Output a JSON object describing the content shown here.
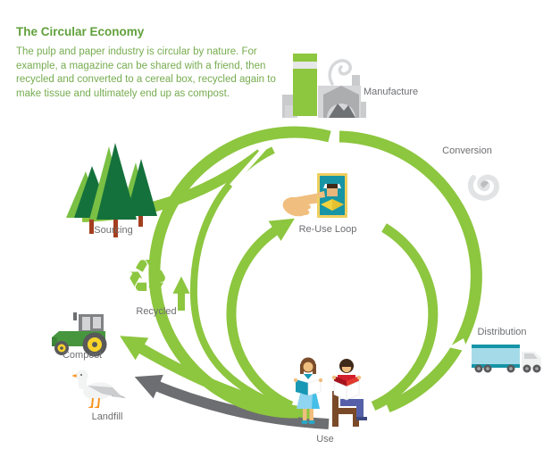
{
  "header": {
    "title": "The Circular Economy",
    "body": "The pulp and paper industry is circular by nature. For example, a magazine can be shared with a friend, then recycled and converted to a cereal box, recycled again to make tissue and ultimately end up as compost."
  },
  "stages": {
    "sourcing": "Sourcing",
    "manufacture": "Manufacture",
    "conversion": "Conversion",
    "distribution": "Distribution",
    "use": "Use",
    "reuse_loop": "Re-Use Loop",
    "recycled": "Recycled",
    "compost": "Compost",
    "landfill": "Landfill"
  },
  "icons": {
    "recycle_glyph": "♻",
    "sourcing": "pine-trees-icon",
    "manufacture": "factory-icon",
    "conversion": "paper-spiral-icon",
    "distribution": "delivery-truck-icon",
    "use": "reading-people-icon",
    "reuse_loop": "hand-magazine-icon",
    "recycled": "recycling-symbol-icon",
    "compost": "tractor-icon",
    "landfill": "seagull-icon"
  },
  "colors": {
    "loop_green": "#8DC63F",
    "title_green": "#61A03C",
    "body_green": "#76AC4F",
    "label_gray": "#6D6E71",
    "landfill_arrow_gray": "#6D6E71"
  }
}
